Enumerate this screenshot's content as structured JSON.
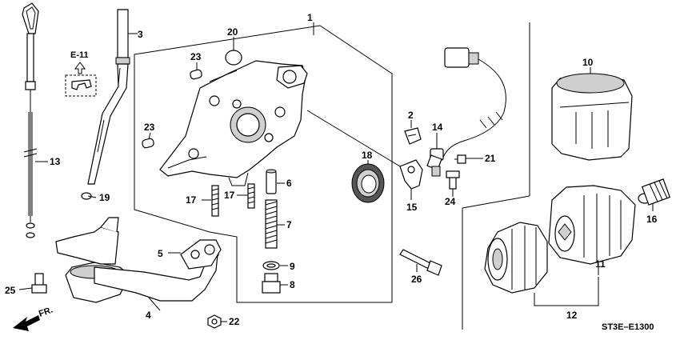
{
  "diagram": {
    "drawing_code": "ST3E–E1300",
    "reference_label": "E-11",
    "direction_label": "FR.",
    "callouts": [
      "1",
      "2",
      "3",
      "4",
      "5",
      "6",
      "7",
      "8",
      "9",
      "10",
      "11",
      "12",
      "13",
      "14",
      "15",
      "16",
      "17",
      "17",
      "18",
      "19",
      "20",
      "21",
      "22",
      "23",
      "23",
      "24",
      "25",
      "26"
    ]
  }
}
